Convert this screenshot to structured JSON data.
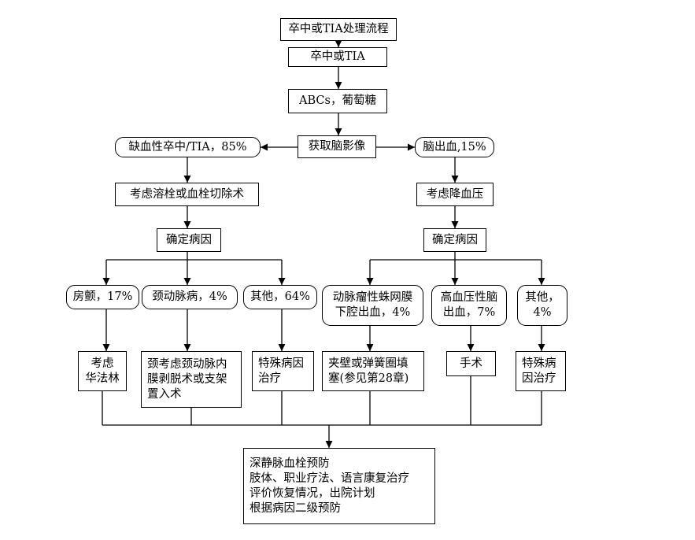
{
  "title": "卒中或TIA处理流程",
  "nodes": {
    "start": "卒中或TIA",
    "abcs": "ABCs，葡萄糖",
    "imaging": "获取脑影像",
    "ischemic": "缺血性卒中/TIA，85%",
    "hemorrhage": "脑出血,15%",
    "thrombolysis": "考虑溶栓或血栓切除术",
    "lower_bp": "考虑降血压",
    "cause_left": "确定病因",
    "cause_right": "确定病因",
    "af": "房颤，17%",
    "carotid": "颈动脉病，4%",
    "other_left": "其他，64%",
    "sah": [
      "动脉瘤性蛛网膜",
      "下腔出血，4%"
    ],
    "hypertensive": [
      "高血压性脑",
      "出血，7%"
    ],
    "other_right": [
      "其他，",
      "4%"
    ],
    "warfarin": [
      "考虑",
      "华法林"
    ],
    "endarterectomy": [
      "颈考虑颈动脉内",
      "膜剥脱术或支架",
      "置入术"
    ],
    "special_left": [
      "特殊病因",
      "治疗"
    ],
    "clip_coil": [
      "夹壁或弹簧圈填",
      "塞(参见第28章)"
    ],
    "surgery": "手术",
    "special_right": [
      "特殊病",
      "因治疗"
    ],
    "final": [
      "深静脉血栓预防",
      "肢体、职业疗法、语言康复治疗",
      "评价恢复情况，出院计划",
      "根据病因二级预防"
    ]
  }
}
